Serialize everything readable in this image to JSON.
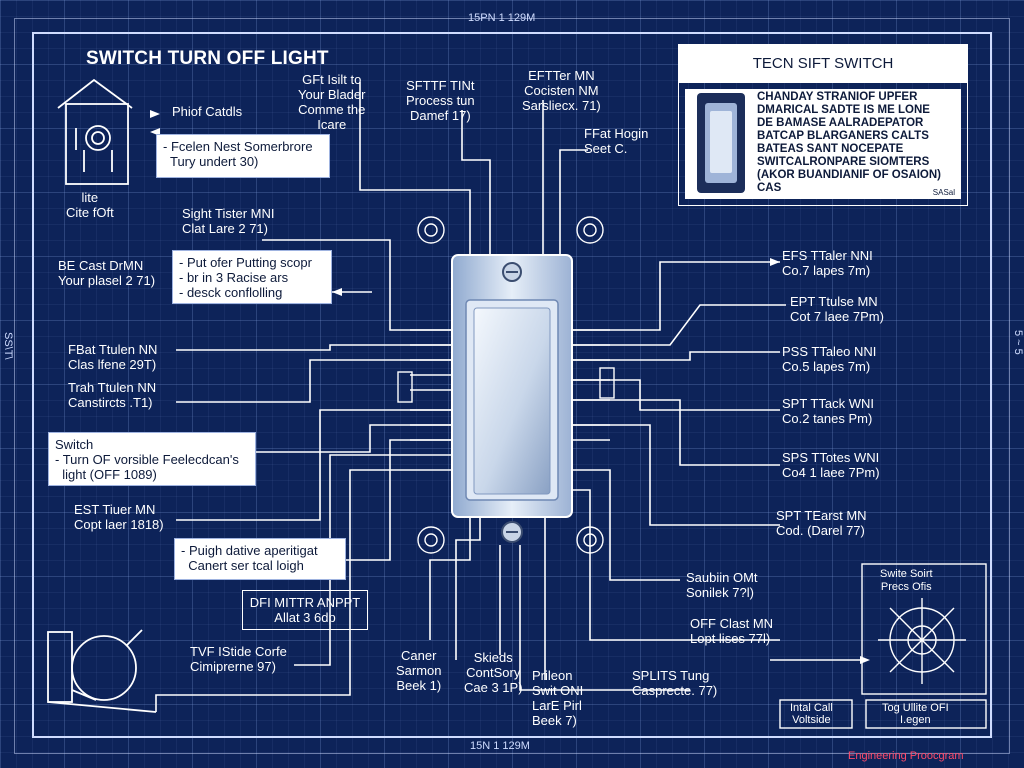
{
  "title": "SWITCH TURN OFF LIGHT",
  "ruler": {
    "top": "15PN    1 129M",
    "bottom": "15N   1 129M",
    "left": "SS\\T\\",
    "right": "5 ~ 5"
  },
  "panel": {
    "title": "TECN SIFT SWITCH",
    "body": "CHANDAY STRANIOF UPFER\nDMARICAL SADTE IS ME LONE\nDE BAMASE AALRADEPATOR\nBATCAP BLARGANERS CALTS\nBATEAS SANT NOCEPATE\nSWITCALRONPARE SIOMTERS\n(AKOR BUANDIANIF OF OSAION)\nCAS",
    "caption": "SASal"
  },
  "left": {
    "house_label": "Phiof Catdls",
    "house_caption": "lite\nCite fOft",
    "box1": "- Fcelen Nest Somerbrore\n  Tury undert 30)",
    "sight": "Sight Tister MNI\nClat Lare 2 71)",
    "be_cast": "BE Cast DrMN\nYour plasel 2 71)",
    "box2": "- Put ofer Putting scopr\n- br in 3 Racise ars\n- desck conflolling",
    "fbat": "FBat Ttulen NN\nClas lfene 29T)",
    "trah": "Trah Ttulen NN\nCanstircts .T1)",
    "box3": "Switch\n- Turn OF vorsible Feelecdcan's\n  light (OFF 1089)",
    "est": "EST Tiuer MN\nCopt laer 1818)",
    "box4": "- Puigh dative aperitigat\n  Canert ser tcal loigh",
    "dfi": "DFI MITTR ANPPT\nAllat 3 6dp",
    "tvf": "TVF IStide Corfe\nCimiprerne 97)"
  },
  "top": {
    "t1": "GFt Isilt to\nYour Blader\nComme the\nIcare",
    "t2": "SFTTF TINt\nProcess tun\nDamef 17)",
    "t3": "EFTTer MN\nCocisten NM\nSarsliecx. 71)",
    "t4": "FFat Hogin\nSeet C."
  },
  "right": {
    "r1": "EFS TTaler NNI\nCo.7 lapes 7m)",
    "r2": "EPT Ttulse MN\nCot 7 laee 7Pm)",
    "r3": "PSS TTaleo NNI\nCo.5 lapes 7m)",
    "r4": "SPT TTack WNI\nCo.2 tanes Pm)",
    "r5": "SPS TTotes WNI\nCo4 1 laee 7Pm)",
    "r6": "SPT TEarst MN\nCod. (Darel 77)",
    "r7": "Saubiin OMt\nSonilek 7?l)",
    "r8": "OFF Clast MN\nLopt lises 77l)",
    "r9": "SPLITS Tung\nCasprecte. 77)"
  },
  "bottom": {
    "b1": "Caner\nSarmon\nBeek 1)",
    "b2": "Skieds\nContSory\nCae 3 1P)",
    "b3": "Prileon\nSwit ONI\nLarE Pirl\nBeek 7)"
  },
  "corner": {
    "label": "Swite Soirt\nPrecs Ofis",
    "box_left": "Intal Call\nVoltside",
    "box_right": "Tog Ullite OFI\nI.egen"
  },
  "footer": "Engineering Proocgram",
  "colors": {
    "background": "#0d2359",
    "line": "#ffffff",
    "accent": "#ff4a6a"
  }
}
